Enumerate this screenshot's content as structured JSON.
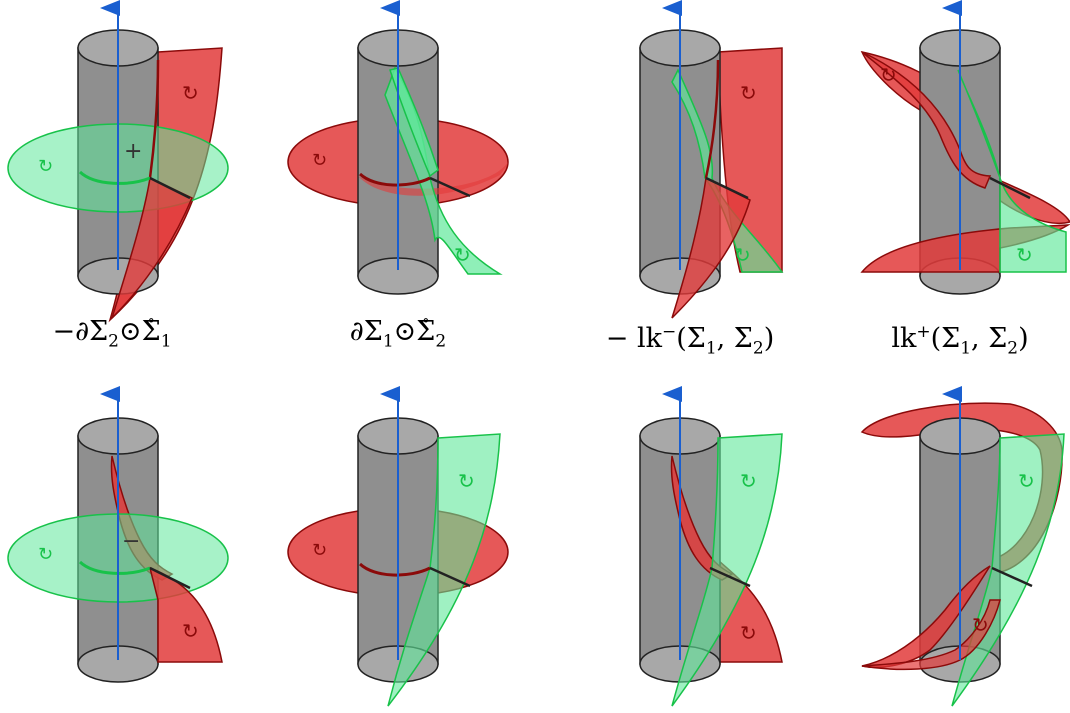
{
  "captions": {
    "c1": {
      "sign": "−",
      "d": "∂",
      "a": "Σ",
      "a_sub": "2",
      "op": "⊙",
      "b": "Σ",
      "b_ring": "∘",
      "b_sub": "1"
    },
    "c2": {
      "d": "∂",
      "a": "Σ",
      "a_sub": "1",
      "op": "⊙",
      "b": "Σ",
      "b_ring": "∘",
      "b_sub": "2"
    },
    "c3": {
      "sign": "− ",
      "lk": "lk",
      "sup": "−",
      "args": "(Σ",
      "s1": "1",
      "comma": ", Σ",
      "s2": "2",
      "close": ")"
    },
    "c4": {
      "lk": "lk",
      "sup": "+",
      "args": "(Σ",
      "s1": "1",
      "comma": ", Σ",
      "s2": "2",
      "close": ")"
    }
  },
  "center_marks": {
    "top_left": "+",
    "bottom_left": "−"
  },
  "colors": {
    "cylinder": "#8f8f8f",
    "cylinder_cap": "#a8a8a8",
    "axis": "#1a5fd0",
    "red_fill": "#e23b3b",
    "red_edge": "#8b0a0a",
    "green_fill": "#5fe89a",
    "green_edge": "#18c24a",
    "arrow_dark": "#222222"
  }
}
